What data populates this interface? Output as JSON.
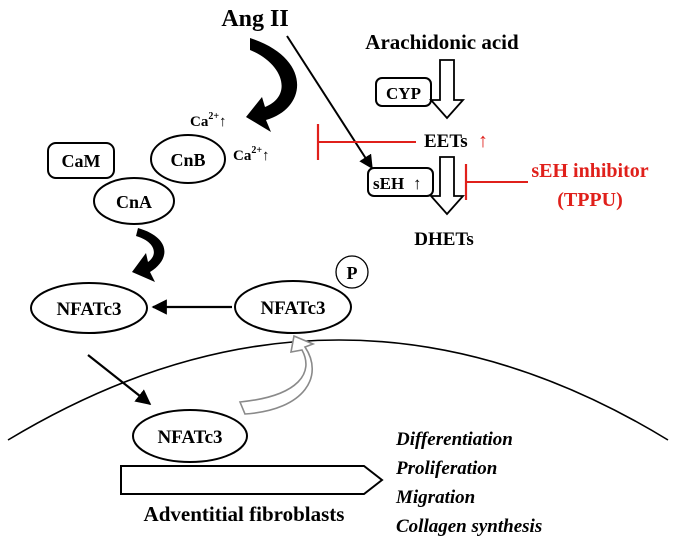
{
  "nodes": {
    "ang_ii": "Ang II",
    "arachidonic_acid": "Arachidonic acid",
    "cyp": "CYP",
    "eets": "EETs",
    "seh": "sEH",
    "dhets": "DHETs",
    "seh_inhibitor": "sEH inhibitor",
    "tppu": "(TPPU)",
    "ca_base": "Ca",
    "ca_sup": "2+",
    "up_arrow": "↑",
    "cam": "CaM",
    "cnb": "CnB",
    "cna": "CnA",
    "nfatc3": "NFATc3",
    "phospho": "P",
    "adventitial_fibroblasts": "Adventitial fibroblasts"
  },
  "outcomes": [
    "Differentiation",
    "Proliferation",
    "Migration",
    "Collagen synthesis"
  ],
  "colors": {
    "inhibition": "#e0201b",
    "text": "#000000",
    "phospho_arrow": "#999999"
  }
}
